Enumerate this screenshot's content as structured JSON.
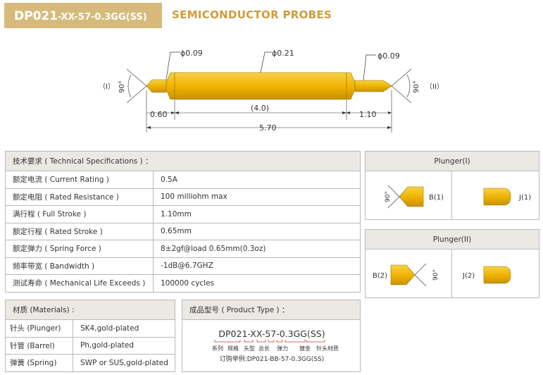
{
  "header": {
    "code_big": "DP021",
    "code_small": "-XX-57-0.3GG(SS)",
    "title": "SEMICONDUCTOR PROBES"
  },
  "drawing": {
    "dia_left": "ϕ0.09",
    "dia_mid": "ϕ0.21",
    "dia_right": "ϕ0.09",
    "label_left": "（I）",
    "label_right": "（II）",
    "angle_left": "90°",
    "angle_right": "90°",
    "dim_060": "0.60",
    "dim_40": "(4.0)",
    "dim_110": "1.10",
    "dim_570": "5.70"
  },
  "spec": {
    "header": "技术要求 ( Technical Specifications ) ：",
    "rows": [
      {
        "k": "额定电流 ( Current Rating )",
        "v": "0.5A"
      },
      {
        "k": "额定电阻 ( Rated Resistance )",
        "v": "100 milliohm max"
      },
      {
        "k": "满行程 ( Full Stroke )",
        "v": "1.10mm"
      },
      {
        "k": "额定行程 ( Rated Stroke )",
        "v": "0.65mm"
      },
      {
        "k": "额定弹力 ( Spring Force )",
        "v": "8±2gf@load 0.65mm(0.3oz)"
      },
      {
        "k": "频率带宽 ( Bandwidth )",
        "v": "-1dB@6.7GHZ"
      },
      {
        "k": "测试寿命 ( Mechanical Life Exceeds )",
        "v": "100000 cycles"
      }
    ]
  },
  "plunger1": {
    "title": "Plunger(I)",
    "angle": "90°",
    "left_label": "B(1)",
    "right_label": "J(1)"
  },
  "plunger2": {
    "title": "Plunger(II)",
    "angle": "90°",
    "left_label": "B(2)",
    "right_label": "J(2)"
  },
  "materials": {
    "header": "材质 (Materials) :",
    "rows": [
      {
        "k": "针头 (Plunger)",
        "v": "SK4,gold-plated"
      },
      {
        "k": "针管 (Barrel)",
        "v": "Ph,gold-plated"
      },
      {
        "k": "弹簧 (Spring)",
        "v": "SWP or SUS,gold-plated"
      }
    ]
  },
  "product_type": {
    "header": "成品型号 ( Product Type ) ：",
    "code": "DP021-XX-57-0.3GG(SS)",
    "parts": [
      "系列",
      "规格",
      "头型",
      "总长",
      "弹力",
      "镀金",
      "针头材质"
    ],
    "example": "订购举例:DP021-BB-57-0.3GG(SS)"
  },
  "colors": {
    "gold": "#f0b400",
    "gold_dark": "#b88a00",
    "header_bg": "#d7ba7b",
    "title": "#d09b3a"
  }
}
